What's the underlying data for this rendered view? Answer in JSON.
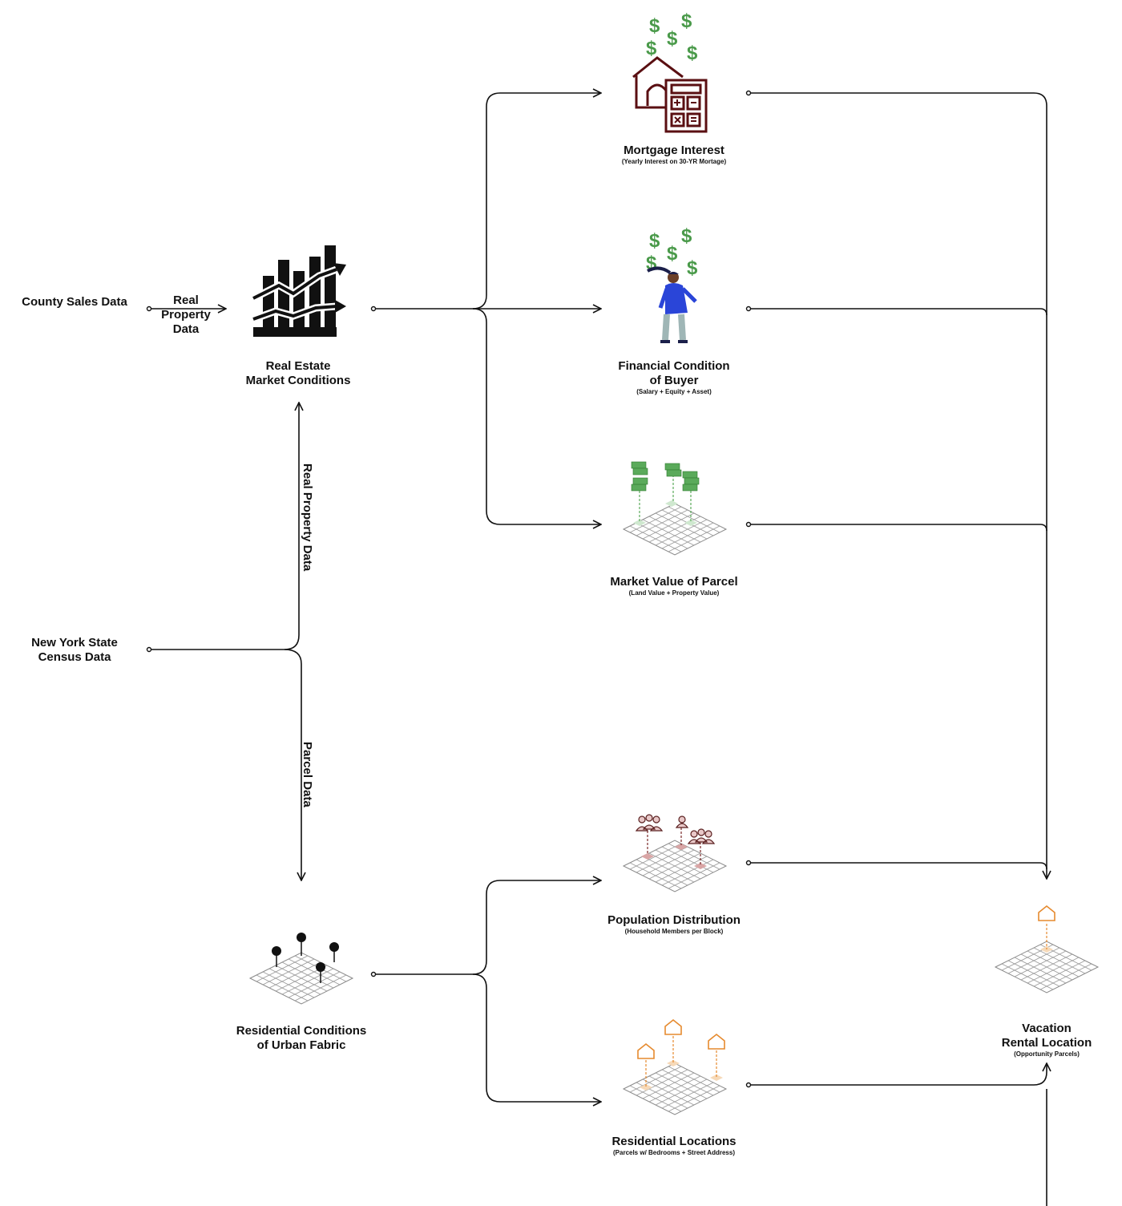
{
  "sources": {
    "county": "County Sales Data",
    "nys_line1": "New York State",
    "nys_line2": "Census Data"
  },
  "edges": {
    "real_line1": "Real",
    "real_line2": "Property",
    "real_line3": "Data",
    "vertical_top": "Real Property Data",
    "vertical_bottom": "Parcel Data"
  },
  "nodes": {
    "real_estate": {
      "line1": "Real Estate",
      "line2": "Market Conditions"
    },
    "residential_cond": {
      "line1": "Residential Conditions",
      "line2": "of Urban Fabric"
    },
    "mortgage": {
      "title": "Mortgage Interest",
      "sub": "(Yearly Interest on 30-YR Mortage)"
    },
    "financial": {
      "line1": "Financial Condition",
      "line2": "of Buyer",
      "sub": "(Salary + Equity + Asset)"
    },
    "market_value": {
      "title": "Market Value of Parcel",
      "sub": "(Land Value + Property Value)"
    },
    "population": {
      "title": "Population Distribution",
      "sub": "(Household Members per Block)"
    },
    "residential_loc": {
      "title": "Residential Locations",
      "sub": "(Parcels w/ Bedrooms + Street Address)"
    },
    "vacation": {
      "line1": "Vacation",
      "line2": "Rental Location",
      "sub": "(Opportunity Parcels)"
    }
  },
  "icons": {
    "dollar_glyph": "$"
  },
  "colors": {
    "line": "#111111",
    "dollar": "#4a9a4a",
    "mortgage_icon": "#5a0f12",
    "person_blue": "#2a45d8",
    "money_green": "#5aaa5a",
    "population_pink": "#c99a9a",
    "residential_orange": "#e68a2e",
    "grid": "#888888"
  }
}
